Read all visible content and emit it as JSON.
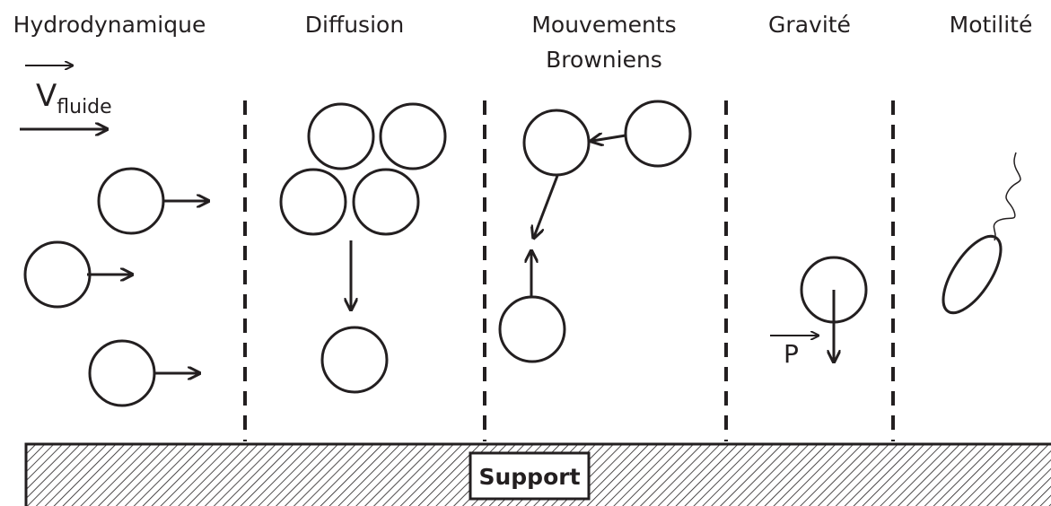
{
  "sections": [
    {
      "title": "Hydrodynamique"
    },
    {
      "title": "Diffusion"
    },
    {
      "title_line1": "Mouvements",
      "title_line2": "Browniens"
    },
    {
      "title": "Gravité"
    },
    {
      "title": "Motilité"
    }
  ],
  "labels": {
    "v_main": "V",
    "v_subscript": "fluide",
    "p": "P"
  },
  "support": {
    "label": "Support"
  },
  "colors": {
    "ink": "#231f20",
    "background": "#ffffff"
  }
}
